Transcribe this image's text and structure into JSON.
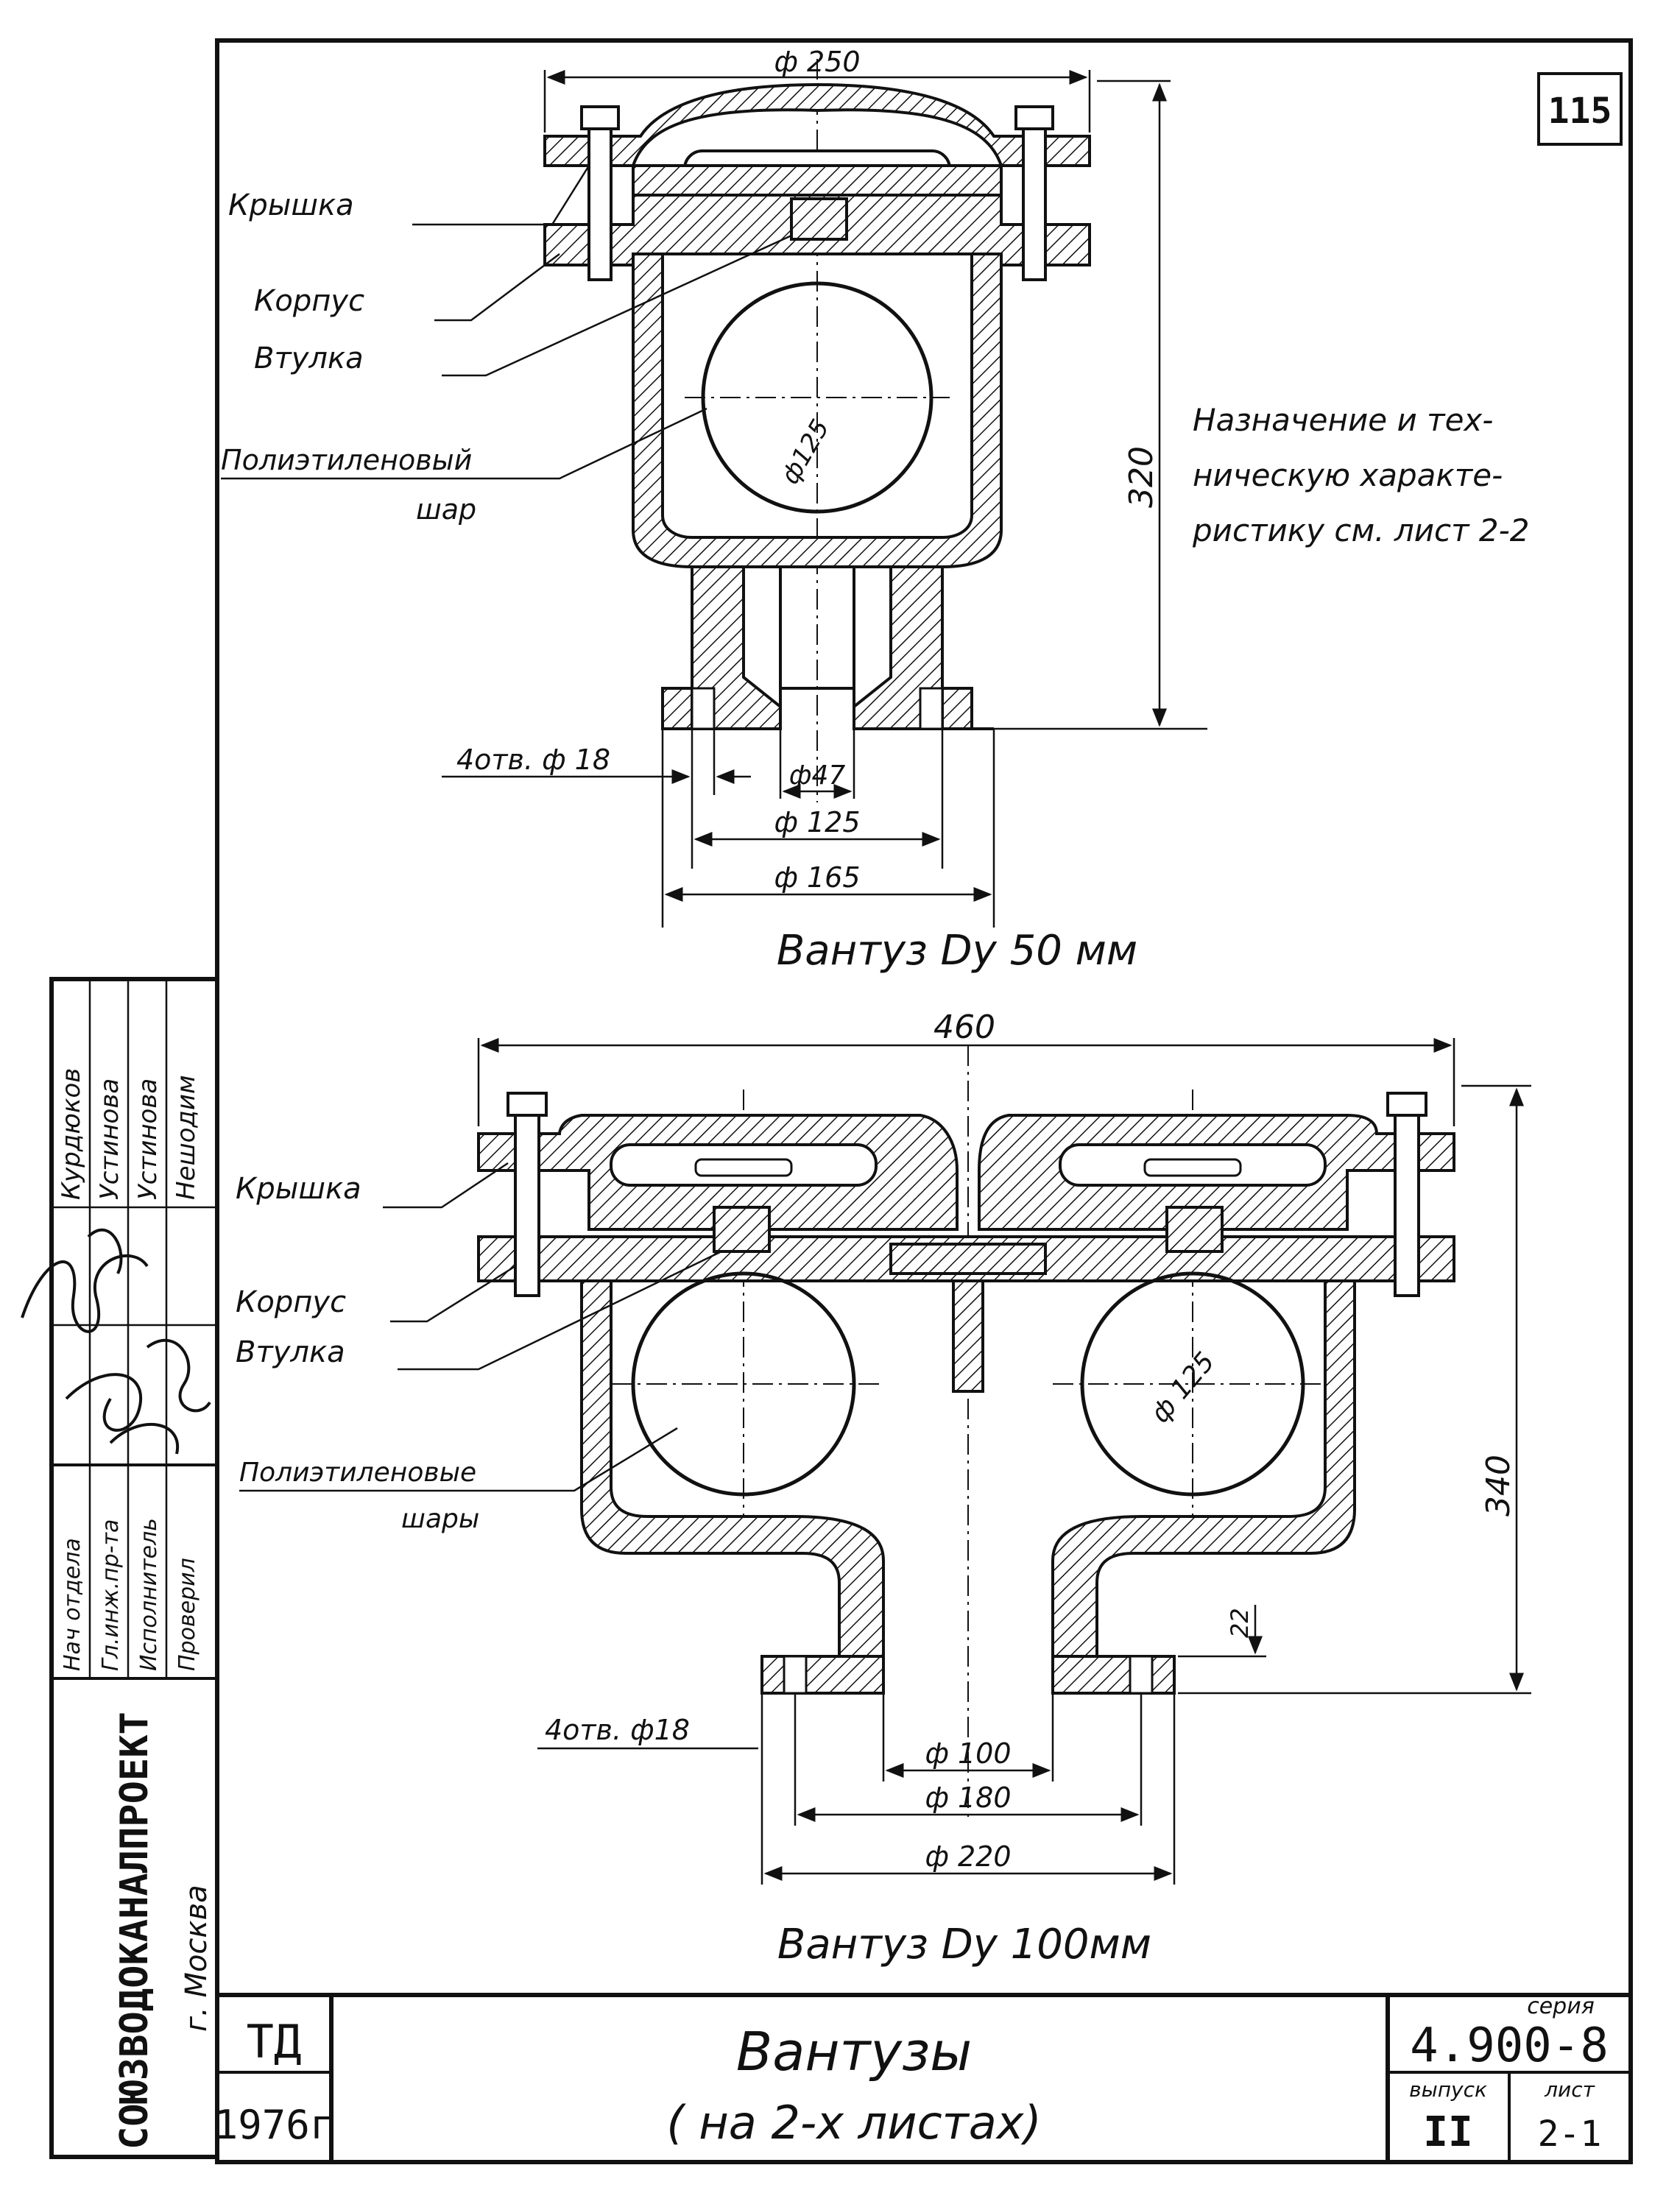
{
  "sheet": {
    "page_number": "115",
    "org_name": "СОЮЗВОДОКАНАЛПРОЕКТ",
    "city": "г. Москва",
    "code_td": "ТД",
    "year": "1976г",
    "title_line1": "Вантузы",
    "title_line2": "( на 2-х листах)",
    "series_label": "серия",
    "series_value": "4.900-8",
    "issue_label": "выпуск",
    "issue_value": "II",
    "sheet_label": "лист",
    "sheet_value": "2-1"
  },
  "signatures": [
    {
      "role": "Нач отдела",
      "name": "Курдюков"
    },
    {
      "role": "Гл.инж.пр-та",
      "name": "Устинова"
    },
    {
      "role": "Исполнитель",
      "name": "Устинова"
    },
    {
      "role": "Проверил",
      "name": "Нешодим"
    }
  ],
  "top_view": {
    "caption": "Вантуз Dy 50 мм",
    "labels": {
      "cover": "Крышка",
      "body": "Корпус",
      "bushing": "Втулка",
      "ball_line1": "Полиэтиленовый",
      "ball_line2": "шар"
    },
    "dims": {
      "d_top": "ф 250",
      "d_ball": "ф125",
      "height": "320",
      "holes": "4отв. ф 18",
      "d47": "ф47",
      "d125": "ф 125",
      "d165": "ф 165"
    },
    "note": [
      "Назначение и тех-",
      "ническую характе-",
      "ристику см. лист 2-2"
    ]
  },
  "bottom_view": {
    "caption": "Вантуз Dy 100мм",
    "labels": {
      "cover": "Крышка",
      "body": "Корпус",
      "bushing": "Втулка",
      "balls_line1": "Полиэтиленовые",
      "balls_line2": "шары"
    },
    "dims": {
      "width": "460",
      "d_ball": "ф 125",
      "height": "340",
      "flange": "22",
      "holes": "4отв. ф18",
      "d100": "ф 100",
      "d180": "ф 180",
      "d220": "ф 220"
    }
  }
}
